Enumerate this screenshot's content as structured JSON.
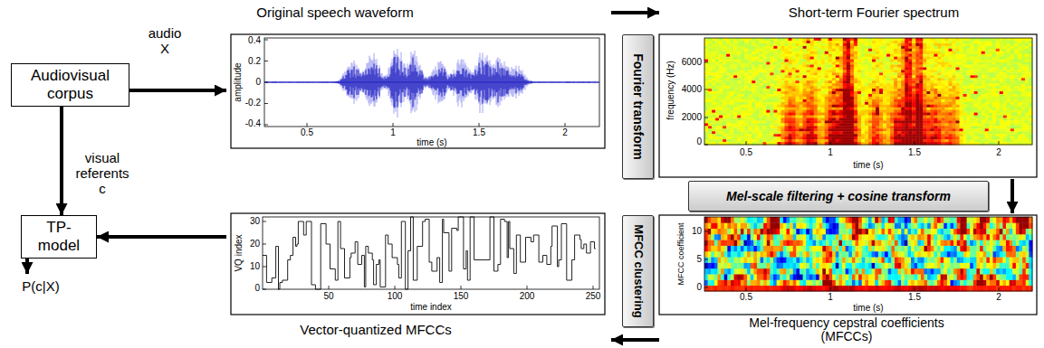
{
  "diagram": {
    "nodes": [
      {
        "text": [
          "Audiovisual corpus"
        ]
      },
      {
        "text": [
          "Original speech waveform"
        ]
      },
      {
        "text": [
          "Fourier transform"
        ]
      },
      {
        "text": [
          "Short-term Fourier spectrum"
        ]
      },
      {
        "text": [
          "Mel-scale filtering + cosine transform"
        ]
      },
      {
        "text": [
          "TP-model"
        ]
      },
      {
        "text": [
          "Vector-quantized MFCCs"
        ]
      },
      {
        "text": [
          "MFCC clustering"
        ]
      },
      {
        "text": [
          "Mel-frequency cepstral coefficients (MFCCs)"
        ]
      }
    ],
    "edges": [
      {
        "from": 0,
        "to": 1,
        "arrow": "to",
        "label": "audio X"
      },
      {
        "from": 0,
        "to": 5,
        "arrow": "to",
        "label": "visual referents c"
      },
      {
        "from": 1,
        "to": 3,
        "arrow": "to"
      },
      {
        "from": 3,
        "to": 8,
        "arrow": "to"
      },
      {
        "from": 8,
        "to": 6,
        "arrow": "to"
      },
      {
        "from": 6,
        "to": 5,
        "arrow": "to"
      }
    ],
    "labels": [
      "amplitude",
      "0.4",
      "0.2",
      "0",
      "-0.2",
      "-0.4",
      "0.5",
      "1",
      "1.5",
      "2",
      "time (s)",
      "frequency (Hz)",
      "6000",
      "4000",
      "2000",
      "0",
      "0.5",
      "1",
      "1.5",
      "2",
      "time (s)",
      "MFCC coefficient",
      "10",
      "5",
      "0",
      "0.5",
      "1",
      "1.5",
      "2",
      "time (s)",
      "VQ index",
      "30",
      "20",
      "10",
      "0",
      "50",
      "100",
      "150",
      "200",
      "250",
      "time index",
      "P(c|X)"
    ]
  }
}
